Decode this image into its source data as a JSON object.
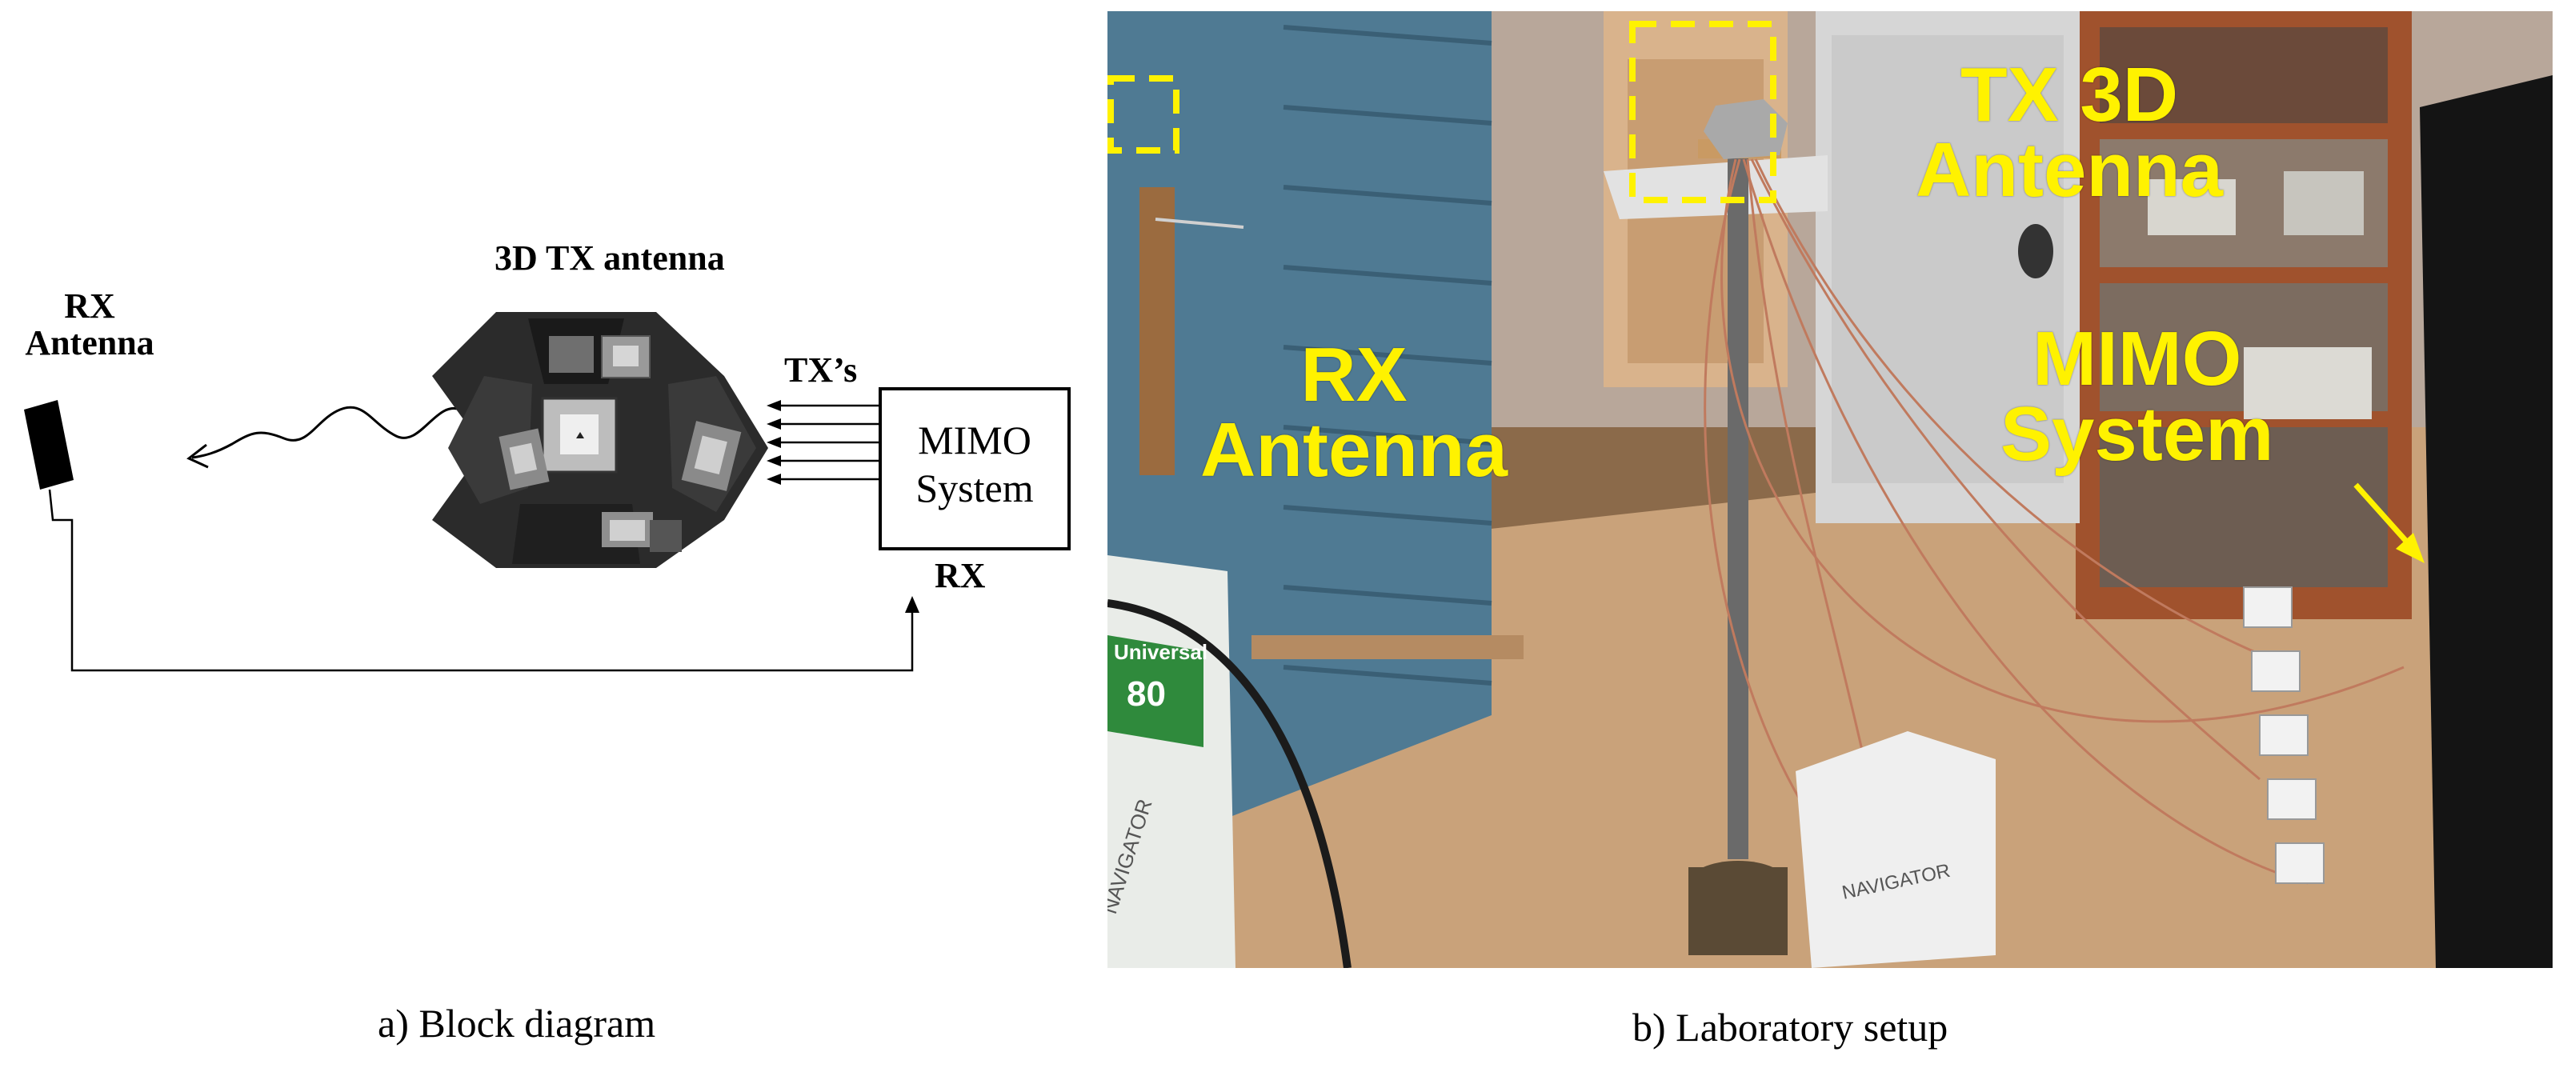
{
  "panel_a": {
    "rx_antenna_label_line1": "RX",
    "rx_antenna_label_line2": "Antenna",
    "tx_antenna_label": "3D TX antenna",
    "txs_label": "TX’s",
    "mimo_line1": "MIMO",
    "mimo_line2": "System",
    "rx_port_label": "RX",
    "caption": "a) Block diagram"
  },
  "panel_b": {
    "tx_label_line1": "TX 3D",
    "tx_label_line2": "Antenna",
    "rx_label_line1": "RX",
    "rx_label_line2": "Antenna",
    "mimo_label_line1": "MIMO",
    "mimo_label_line2": "System",
    "caption": "b) Laboratory setup",
    "box_text_1": "Universal",
    "box_text_2": "80",
    "box_text_3": "NAVIGATOR",
    "box_text_4": "NAVIGATOR"
  },
  "colors": {
    "annotation_yellow": "#fff200",
    "line_black": "#000000",
    "absorber_blue": "#4f7a93",
    "floor_wood": "#c9a27a"
  }
}
